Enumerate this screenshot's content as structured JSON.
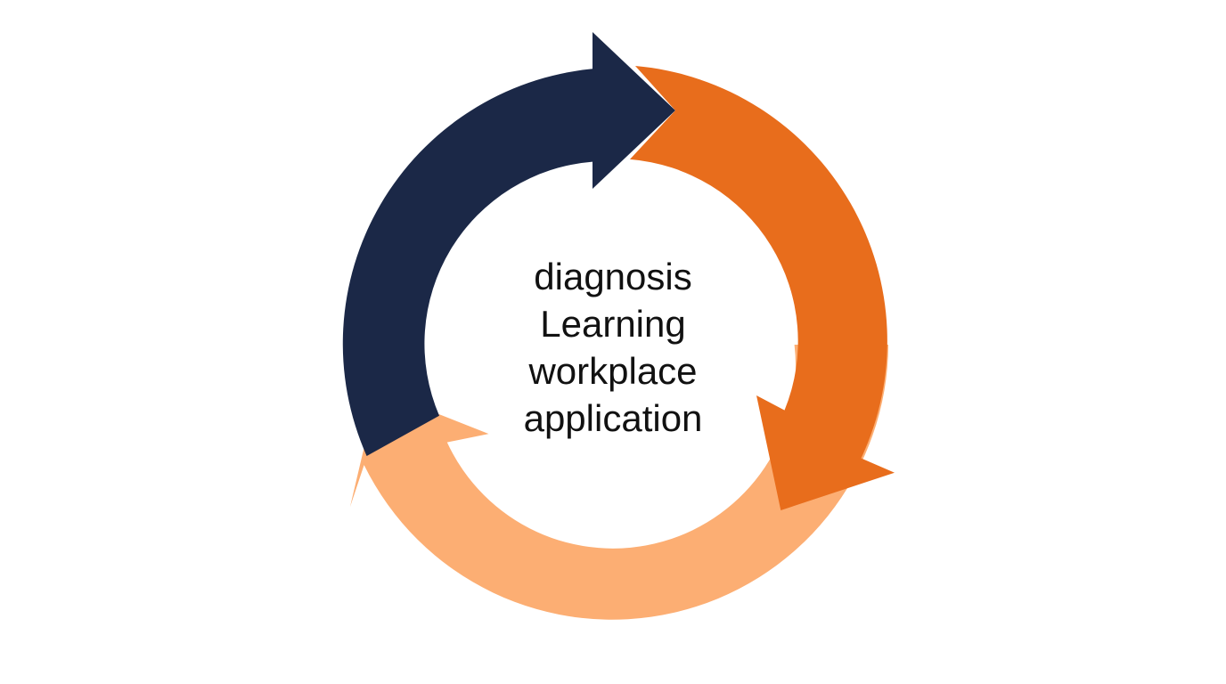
{
  "diagram": {
    "center_lines": [
      "diagnosis",
      "Learning",
      "workplace",
      "application"
    ],
    "segments": [
      {
        "id": "navy",
        "color": "#1b2847"
      },
      {
        "id": "orange",
        "color": "#e86d1c"
      },
      {
        "id": "peach",
        "color": "#fcae73"
      }
    ]
  }
}
